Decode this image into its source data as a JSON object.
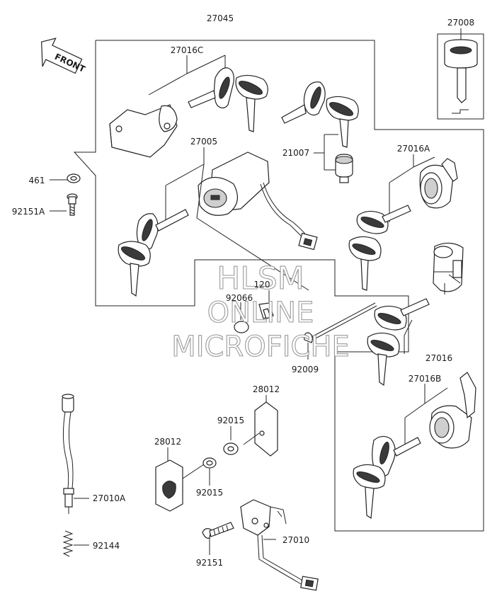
{
  "front_arrow_label": "FRONT",
  "watermark": {
    "line1": "HLSM",
    "line2": "ONLINE",
    "line3": "MICROFICHE"
  },
  "labels": {
    "p27045": "27045",
    "p27008": "27008",
    "p27016C": "27016C",
    "p27005": "27005",
    "p21007": "21007",
    "p27016A": "27016A",
    "p461": "461",
    "p92151A": "92151A",
    "p120": "120",
    "p92066": "92066",
    "p92009": "92009",
    "p27016": "27016",
    "p27016B": "27016B",
    "p28012_a": "28012",
    "p28012_b": "28012",
    "p92015_a": "92015",
    "p92015_b": "92015",
    "p27010A": "27010A",
    "p92144": "92144",
    "p27010": "27010",
    "p92151": "92151"
  }
}
